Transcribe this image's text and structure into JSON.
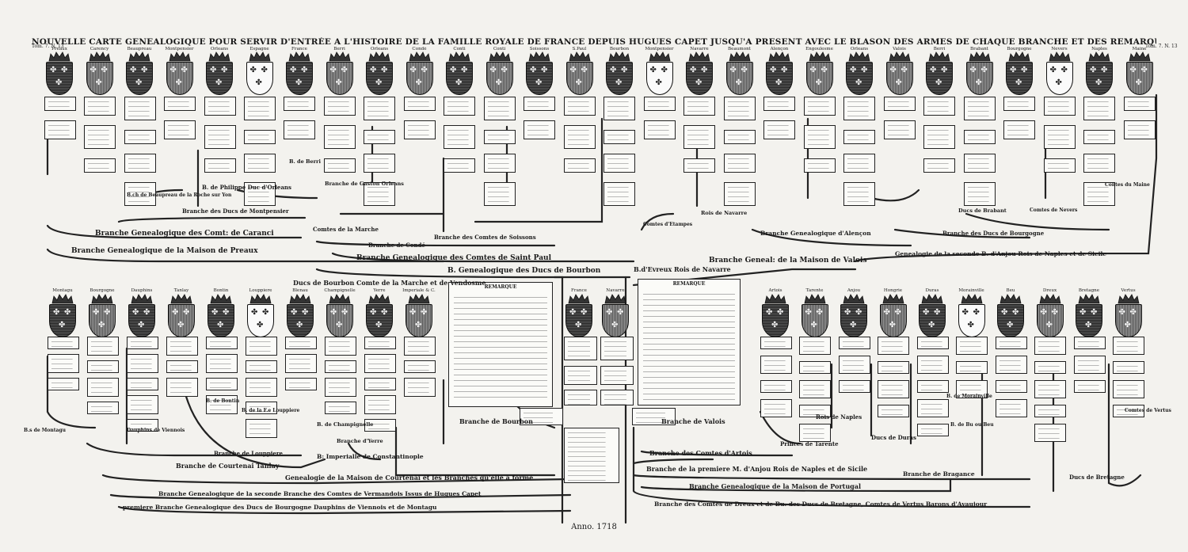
{
  "title": "NOUVELLE CARTE GENEALOGIQUE POUR SERVIR D'ENTRÉE A L'HISTOIRE DE LA FAMILLE ROYALE DE FRANCE DEPUIS HUGUES CAPET JUSQU'A PRESENT AVEC LE BLASON DES ARMES DE CHAQUE BRANCHE ET DES REMARQUES POUR L'INTELLIGENCE DE CETTE GENEALOGIE",
  "corner_left": "Tom. 7. N. 13",
  "corner_right": "Tom. 7. N. 13",
  "date": "Anno. 1718",
  "top_houses": [
    "Preaux",
    "Carency",
    "Beaupreau",
    "Montpensier",
    "Orleans",
    "Espagne",
    "France",
    "Berri",
    "Orleans",
    "Condé",
    "Conti",
    "Conti",
    "Soissons",
    "S.Paul",
    "Bourbon",
    "Montpensier",
    "Navarre",
    "Beaumont",
    "Alençon",
    "Engoulesme",
    "Orleans",
    "Valois",
    "Berri",
    "Brabant",
    "Bourgogne",
    "Nevers",
    "Naples",
    "Maine"
  ],
  "bottom_houses_left": [
    "Montagu",
    "Bourgogne",
    "Dauphins",
    "Tanlay",
    "Bontin",
    "Louppiere",
    "Blenau",
    "Champignelle",
    "Yerre",
    "Imperiale & C."
  ],
  "bottom_houses_center": [
    "France",
    "Navarre"
  ],
  "bottom_houses_right": [
    "Artois",
    "Tarente",
    "Anjou",
    "Hongrie",
    "Duras",
    "Morainville",
    "Beu",
    "Dreux",
    "Bretagne",
    "Vertus"
  ],
  "remark_left_title": "REMARQUE",
  "remark_right_title": "REMARQUE",
  "banners": {
    "b1": "Branche Genealogique des Comt: de Caranci",
    "b2": "Branche Genealogique de la Maison de Preaux",
    "b3": "Branche des Ducs de Montpensier",
    "b4": "Branche Genealogique des Comtes de Saint Paul",
    "b5": "B. Genealogique des Ducs de Bourbon",
    "b6": "Branche des Comtes de Soissons",
    "b7": "Branche de Condé",
    "b8": "Comtes de la Marche",
    "b9": "B. de Philippe Duc d'Orleans",
    "b10": "B.ch de Beaupreau de la Roche sur Yon",
    "b11": "Branche de Gaston Orleans",
    "b12": "B. de Berri",
    "b13": "B.d'Evreux Rois de Navarre",
    "b14": "Branche Geneal: de la Maison de Valois",
    "b15": "Branche Genealogique d'Alençon",
    "b16": "Branche des Ducs de Bourgogne",
    "b17": "Genealogie de la seconde B. d'Anjou Rois de Naples et de Sicile",
    "b18": "Ducs de Brabant",
    "b19": "Comtes de Nevers",
    "b20": "Contes du Maine",
    "b21": "Comtes d'Etampes",
    "b22": "Rois de Navarre",
    "b23": "Ducs de Bourbon Comte de la Marche et de Vendosme",
    "b24": "Branche de Bourbon",
    "b25": "Branche de Valois",
    "b26": "Branche des Comtes d'Artois",
    "b27": "Princes de Tarente",
    "b28": "Ducs de Duras",
    "b29": "Rois de Naples",
    "b30": "Branche de la premiere M. d'Anjou Rois de Naples et de Sicile",
    "b31": "Branche de Bragance",
    "b32": "Branche Genealogique de la Maison de Portugal",
    "b33": "Branche des Comtes de Dreux et de Bu. des Ducs de Bretagne, Comtes de Vertus Barons d'Avaujour",
    "b34": "Ducs de Bretagne",
    "b35": "Comtes de Vertus",
    "b36": "Branche de Courtenai Tanlay",
    "b37": "B: Imperialle de Constantinople",
    "b38": "Branche de Louppiere",
    "b39": "B. de Champignelle",
    "b40": "Branche d'Yerre",
    "b41": "Genealogie de la Maison de Courtenai et les Branches qu'elle a formé",
    "b42": "Branche Genealogique de la seconde Branche des Comtes de Vermandois Issus de Hugues Capet",
    "b43": "premiere Branche Genealogique des Ducs de Bourgogne Dauphins de Viennois et de Montagu",
    "b44": "B.s de Montagu",
    "b45": "Dauphins de Viennois",
    "b46": "B. de Bontin",
    "b47": "B. de la F.e Louppiere",
    "b48": "B. de Morainville",
    "b49": "B. de Bu ou Beu"
  }
}
